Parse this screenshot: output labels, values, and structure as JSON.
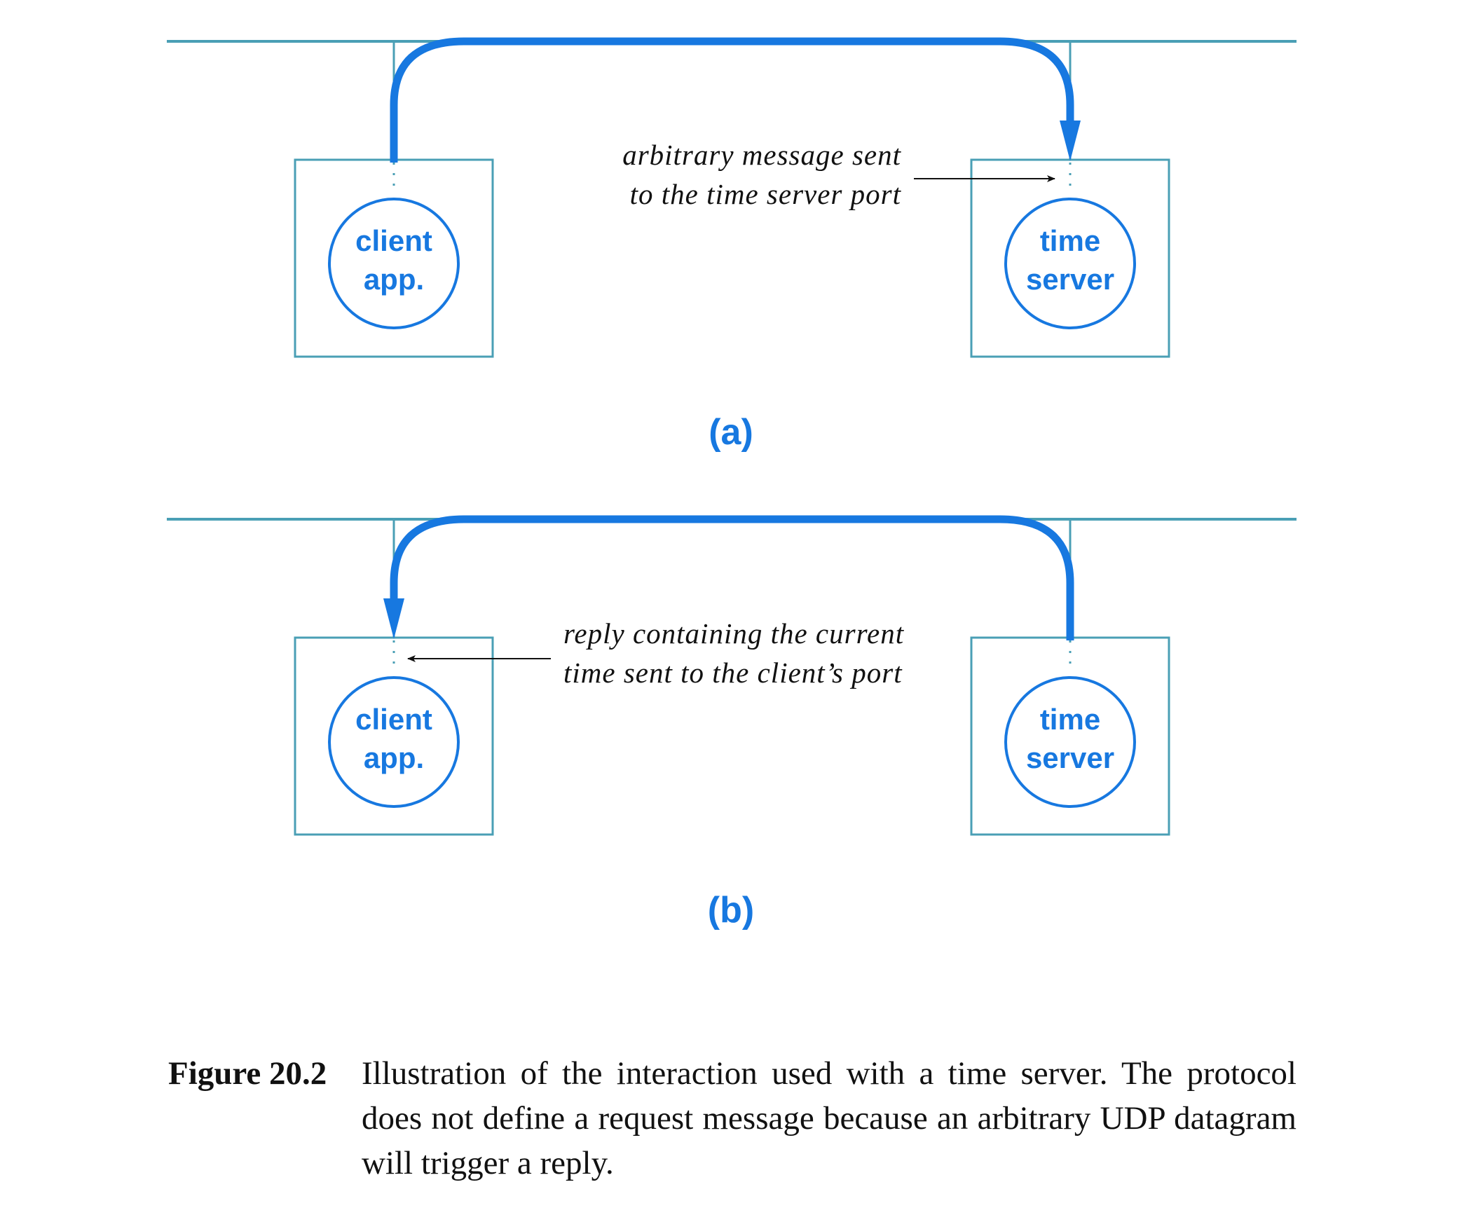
{
  "colors": {
    "network_line": "#4a9fb5",
    "box_outline": "#4a9fb5",
    "message_path": "#1778e0",
    "app_text": "#1778e0",
    "annotation": "#111111"
  },
  "panels": [
    {
      "label": "(a)",
      "client": {
        "line1": "client",
        "line2": "app."
      },
      "server": {
        "line1": "time",
        "line2": "server"
      },
      "annotation": {
        "line1": "arbitrary message sent",
        "line2": "to the time server port"
      },
      "direction": "client-to-server"
    },
    {
      "label": "(b)",
      "client": {
        "line1": "client",
        "line2": "app."
      },
      "server": {
        "line1": "time",
        "line2": "server"
      },
      "annotation": {
        "line1": "reply containing the current",
        "line2": "time sent to the client’s port"
      },
      "direction": "server-to-client"
    }
  ],
  "caption": {
    "label": "Figure 20.2",
    "text": "Illustration of the interaction used with a time server. The protocol does not define a request message because an arbitrary UDP datagram will trigger a reply."
  }
}
